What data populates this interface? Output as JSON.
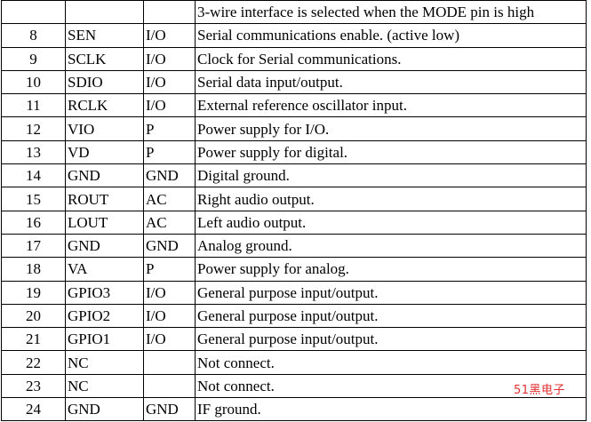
{
  "header_row": {
    "num": "",
    "name": "",
    "type": "",
    "description": "3-wire interface is selected when the MODE pin is high"
  },
  "rows": [
    {
      "num": "8",
      "name": "SEN",
      "type": "I/O",
      "description": "Serial communications enable. (active low)"
    },
    {
      "num": "9",
      "name": "SCLK",
      "type": "I/O",
      "description": "Clock for Serial communications."
    },
    {
      "num": "10",
      "name": "SDIO",
      "type": "I/O",
      "description": "Serial data input/output."
    },
    {
      "num": "11",
      "name": "RCLK",
      "type": "I/O",
      "description": "External reference oscillator input."
    },
    {
      "num": "12",
      "name": "VIO",
      "type": "P",
      "description": "Power supply for I/O."
    },
    {
      "num": "13",
      "name": "VD",
      "type": "P",
      "description": "Power supply for digital."
    },
    {
      "num": "14",
      "name": "GND",
      "type": "GND",
      "description": "Digital ground."
    },
    {
      "num": "15",
      "name": "ROUT",
      "type": "AC",
      "description": "Right audio output."
    },
    {
      "num": "16",
      "name": "LOUT",
      "type": "AC",
      "description": "Left audio output."
    },
    {
      "num": "17",
      "name": "GND",
      "type": "GND",
      "description": "Analog ground."
    },
    {
      "num": "18",
      "name": "VA",
      "type": "P",
      "description": "Power supply for analog."
    },
    {
      "num": "19",
      "name": "GPIO3",
      "type": "I/O",
      "description": "General purpose input/output."
    },
    {
      "num": "20",
      "name": "GPIO2",
      "type": "I/O",
      "description": "General purpose input/output."
    },
    {
      "num": "21",
      "name": "GPIO1",
      "type": "I/O",
      "description": "General purpose input/output."
    },
    {
      "num": "22",
      "name": "NC",
      "type": "",
      "description": "Not connect."
    },
    {
      "num": "23",
      "name": "NC",
      "type": "",
      "description": "Not connect."
    },
    {
      "num": "24",
      "name": "GND",
      "type": "GND",
      "description": "IF ground."
    }
  ],
  "watermark": "51黑电子"
}
